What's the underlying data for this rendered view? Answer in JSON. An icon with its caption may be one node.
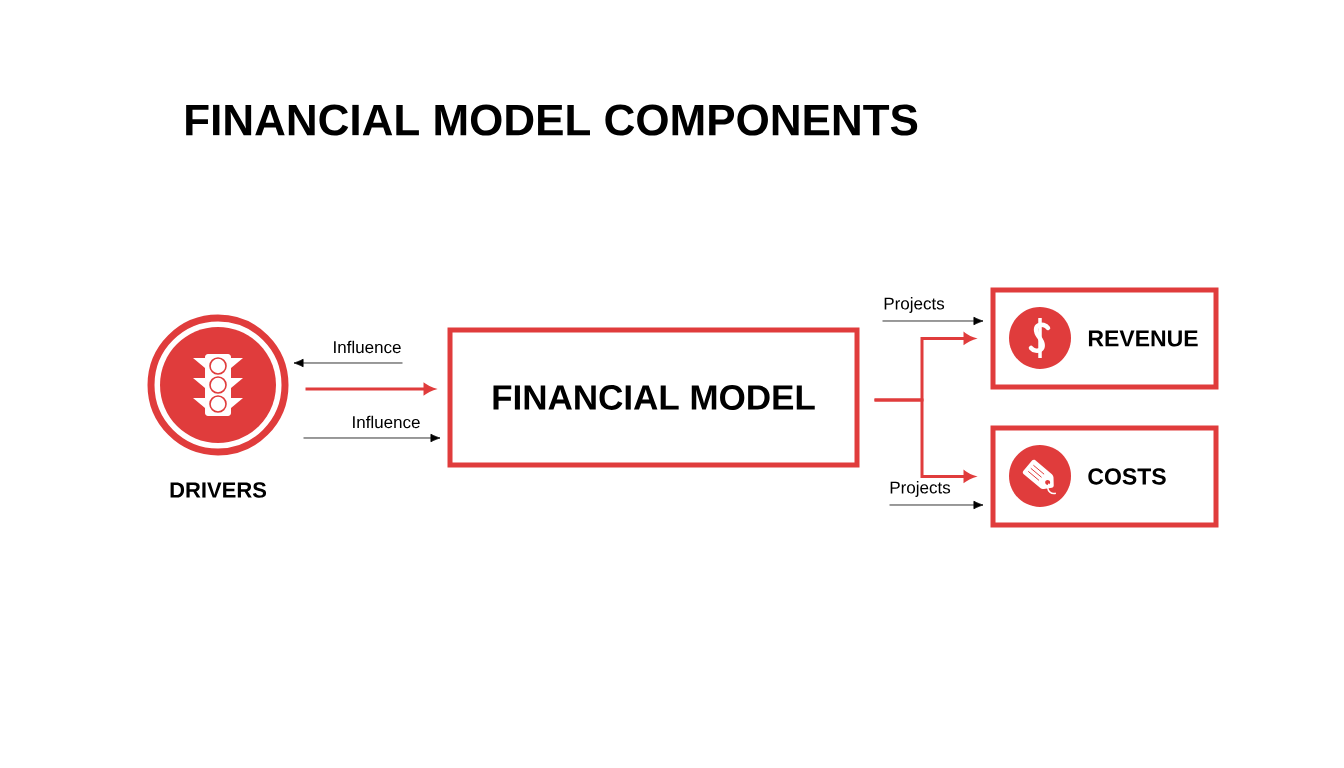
{
  "diagram": {
    "title": "FINANCIAL MODEL COMPONENTS",
    "nodes": [
      {
        "text": [
          "DRIVERS"
        ]
      },
      {
        "text": [
          "FINANCIAL MODEL"
        ]
      },
      {
        "text": [
          "REVENUE"
        ]
      },
      {
        "text": [
          "COSTS"
        ]
      }
    ],
    "edges": [
      {
        "from": 1,
        "to": 0,
        "arrow": "to",
        "label": "Influence"
      },
      {
        "from": 0,
        "to": 1,
        "arrow": "to",
        "style": "thick",
        "color": "#e03c3c"
      },
      {
        "from": 0,
        "to": 1,
        "arrow": "to",
        "label": "Influence"
      },
      {
        "from": 1,
        "to": 2,
        "arrow": "to",
        "style": "thick",
        "color": "#e03c3c"
      },
      {
        "from": 1,
        "to": 3,
        "arrow": "to",
        "style": "thick",
        "color": "#e03c3c"
      },
      {
        "from": 1,
        "to": 2,
        "arrow": "to",
        "label": "Projects"
      },
      {
        "from": 1,
        "to": 3,
        "arrow": "to",
        "label": "Projects"
      }
    ]
  }
}
